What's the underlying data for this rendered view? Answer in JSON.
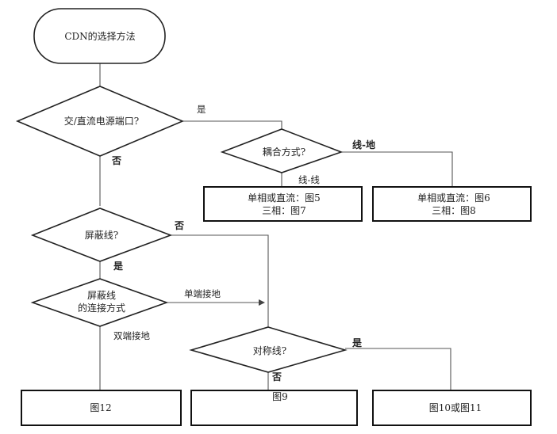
{
  "nodes": {
    "start": "CDN的选择方法",
    "d_port": "交/直流电源端口?",
    "d_coupling": "耦合方式?",
    "box_fig5": [
      "单相或直流：图5",
      "三相：图7"
    ],
    "box_fig6": [
      "单相或直流：图6",
      "三相：图8"
    ],
    "d_shield": "屏蔽线?",
    "d_shield_conn": [
      "屏蔽线",
      "的连接方式"
    ],
    "d_symmetric": "对称线?",
    "box_fig12": "图12",
    "box_fig9": "图9",
    "box_fig10_11": "图10或图11"
  },
  "edges": {
    "port_yes": "是",
    "port_no": "否",
    "coupling_line_ground": "线-地",
    "coupling_line_line": "线-线",
    "shield_no": "否",
    "shield_yes": "是",
    "single_end": "单端接地",
    "double_end": "双端接地",
    "sym_yes": "是",
    "sym_no": "否"
  }
}
